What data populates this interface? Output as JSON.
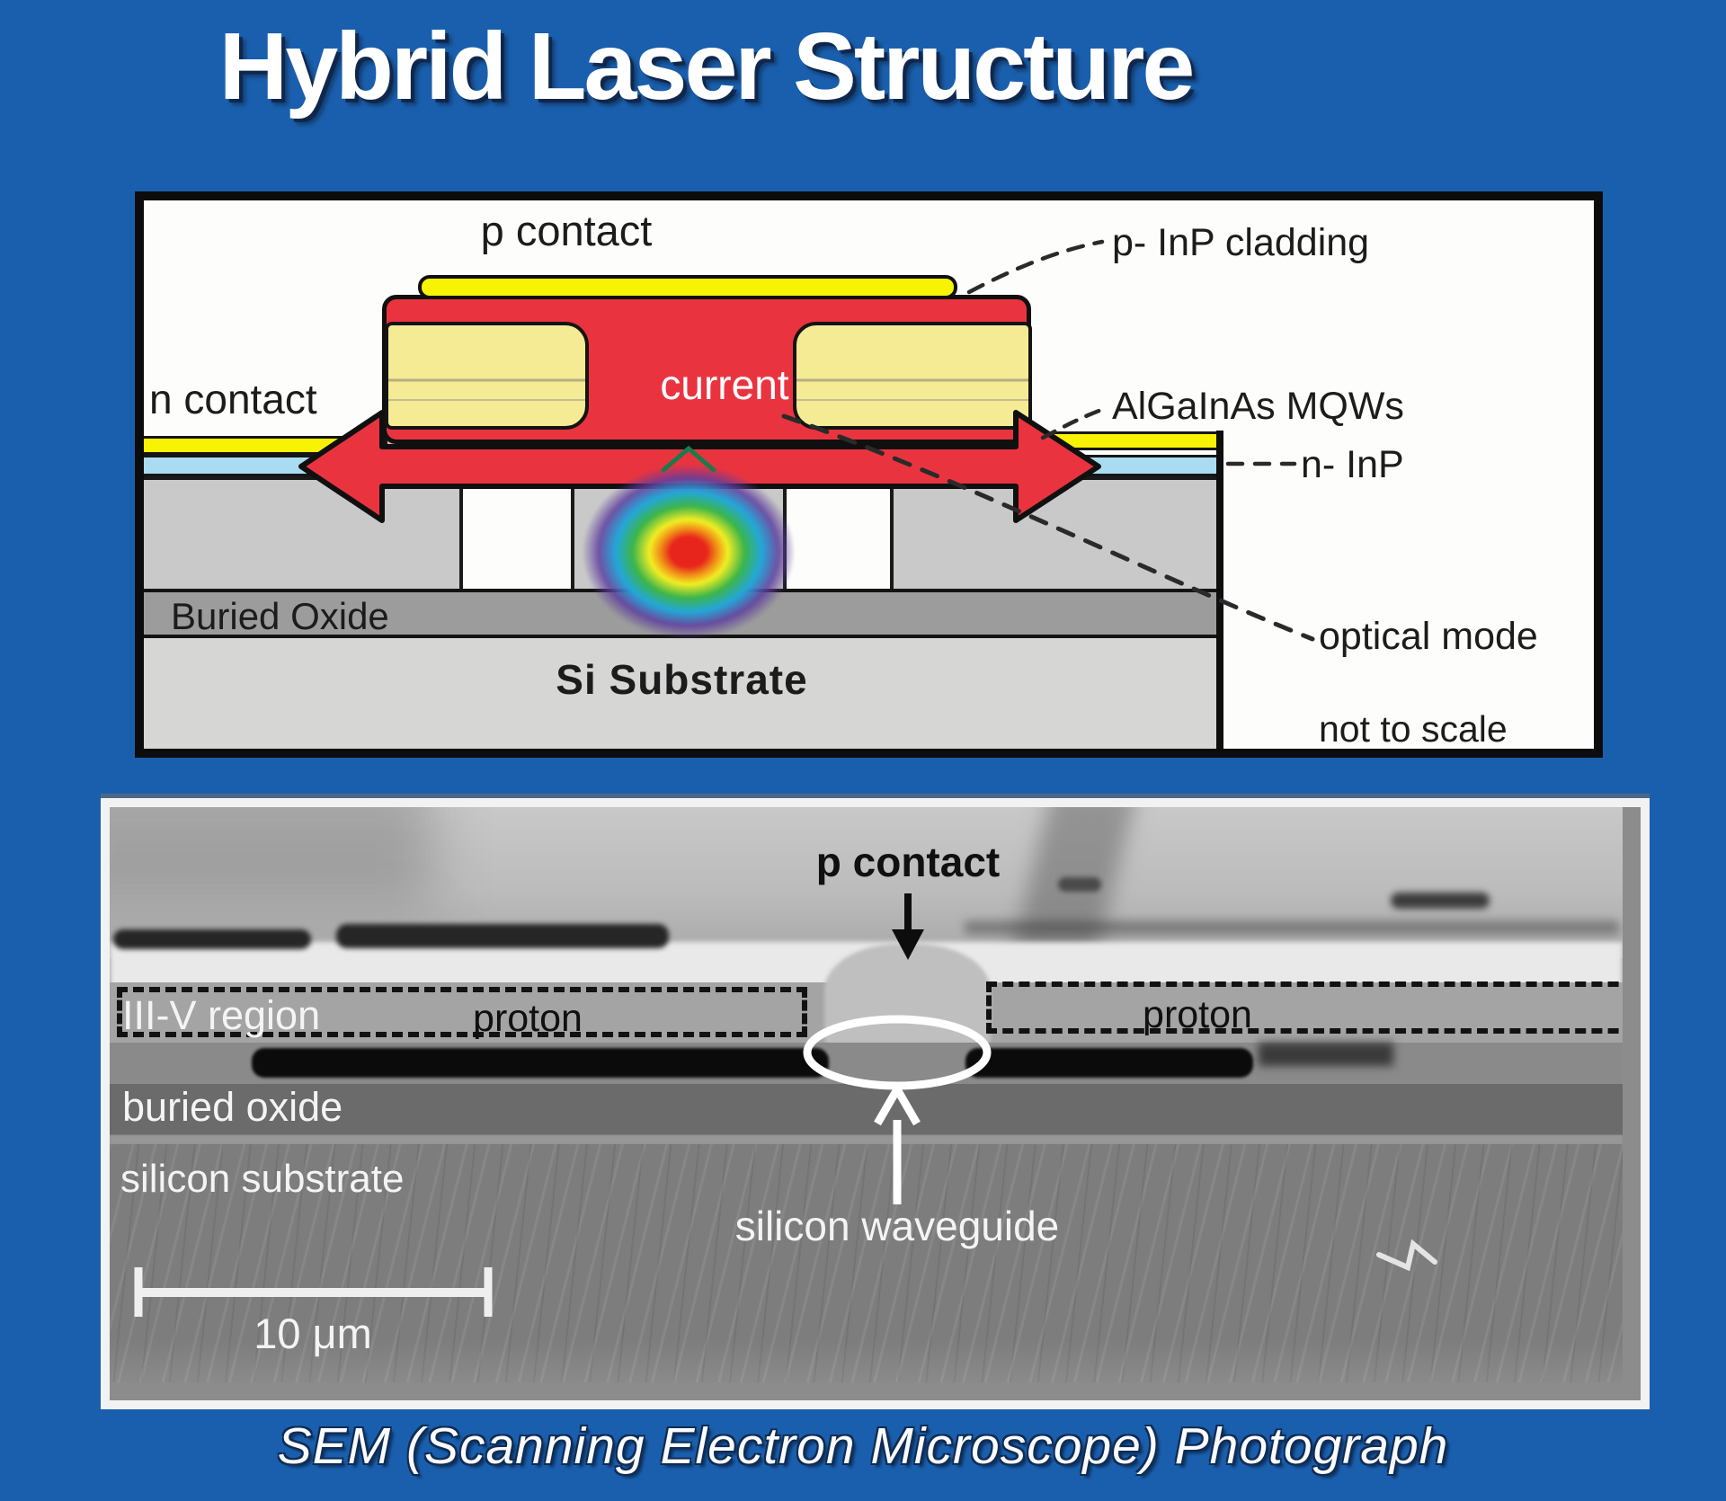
{
  "page": {
    "background_color": "#1a5fad"
  },
  "title": {
    "text": "Hybrid Laser Structure"
  },
  "schematic": {
    "labels": {
      "p_contact": "p contact",
      "n_contact": "n contact",
      "current": "current",
      "p_inp_cladding": "p- InP cladding",
      "algainas_mqws": "AlGaInAs MQWs",
      "n_inp": "n- InP",
      "optical_mode": "optical mode",
      "not_to_scale": "not to scale",
      "buried_oxide": "Buried Oxide",
      "si_substrate": "Si Substrate"
    },
    "colors": {
      "contact_yellow": "#f8f303",
      "cladding_pale_yellow": "#f4eb94",
      "current_red": "#e93440",
      "mqw_pink": "#f4aab8",
      "n_inp_blue": "#a9dcf2",
      "silicon_gray": "#c9c9c9",
      "buried_oxide_gray": "#9c9c9c",
      "substrate_gray": "#d6d6d4",
      "outline_black": "#101010"
    }
  },
  "sem": {
    "labels": {
      "p_contact": "p contact",
      "iii_v_region": "III-V region",
      "proton_left": "proton",
      "proton_right": "proton",
      "buried_oxide": "buried oxide",
      "silicon_substrate": "silicon substrate",
      "silicon_waveguide": "silicon waveguide",
      "scale_10um": "10 μm"
    },
    "colors": {
      "top_gray": "#c8c8c8",
      "iii_v_gray": "#a4a4a4",
      "buried_oxide_gray": "#6b6b6b",
      "substrate_gray": "#7d7d7d",
      "annotation_white": "#f4f4f4",
      "annotation_black": "#101010"
    }
  },
  "caption": {
    "text": "SEM (Scanning Electron Microscope) Photograph"
  }
}
